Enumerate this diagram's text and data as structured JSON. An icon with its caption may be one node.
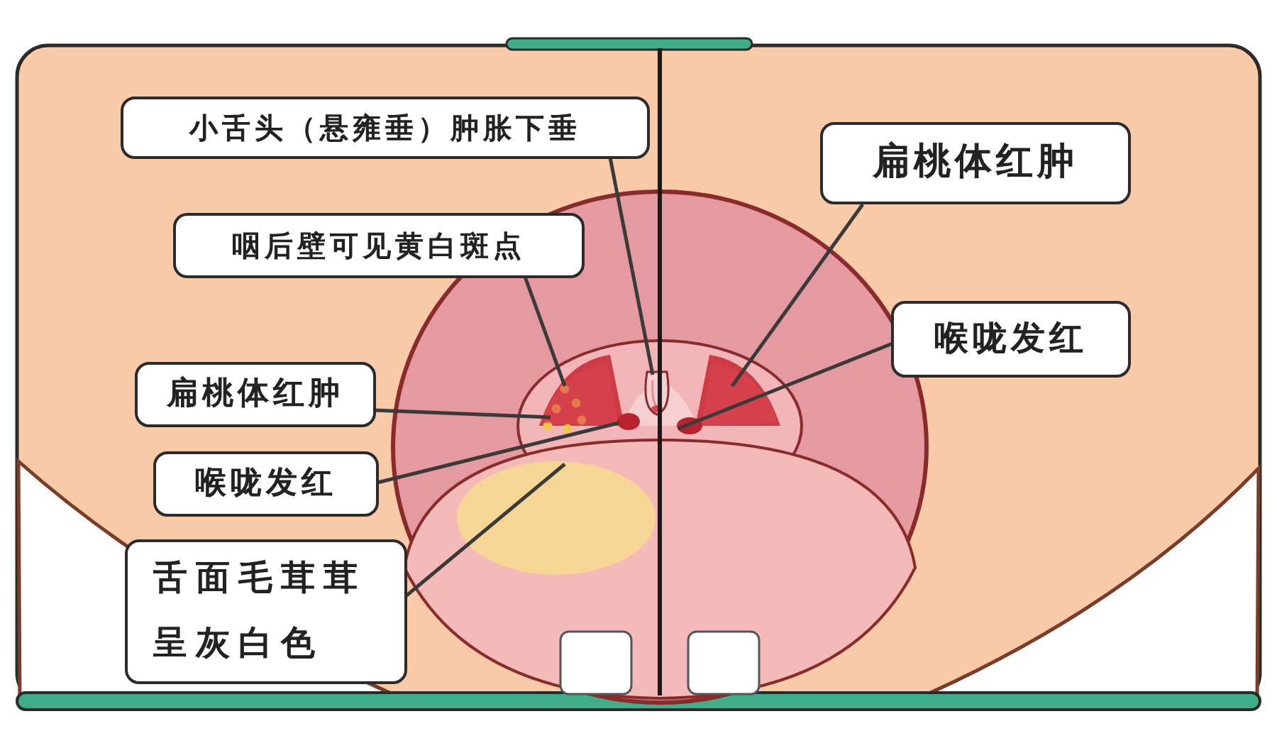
{
  "diagram": {
    "nodes": [
      {
        "text": [
          "小舌头（悬雍垂）肿胀下垂"
        ]
      },
      {
        "text": [
          "咽后壁可见黄白斑点"
        ]
      },
      {
        "text": [
          "扁桃体红肿"
        ]
      },
      {
        "text": [
          "喉咙发红"
        ]
      },
      {
        "text": [
          "舌面毛茸茸呈灰白色"
        ]
      },
      {
        "text": [
          "扁桃体红肿"
        ]
      },
      {
        "text": [
          "喉咙发红"
        ]
      },
      {
        "text": [],
        "shape": "picture"
      },
      {
        "text": [],
        "shape": "picture"
      },
      {
        "text": [],
        "shape": "picture"
      },
      {
        "text": [],
        "shape": "circle"
      },
      {
        "text": [],
        "shape": "circle"
      },
      {
        "text": [],
        "shape": "picture"
      },
      {
        "text": [],
        "shape": "circle"
      }
    ],
    "edges": [
      {
        "from": 0,
        "to": 7,
        "arrow": "none"
      },
      {
        "from": 1,
        "to": 8,
        "arrow": "none"
      },
      {
        "from": 2,
        "to": 9,
        "arrow": "none"
      },
      {
        "from": 3,
        "to": 10,
        "arrow": "none"
      },
      {
        "from": 4,
        "to": 11,
        "arrow": "none"
      },
      {
        "from": 5,
        "to": 12,
        "arrow": "none"
      },
      {
        "from": 6,
        "to": 13,
        "arrow": "none"
      }
    ]
  }
}
